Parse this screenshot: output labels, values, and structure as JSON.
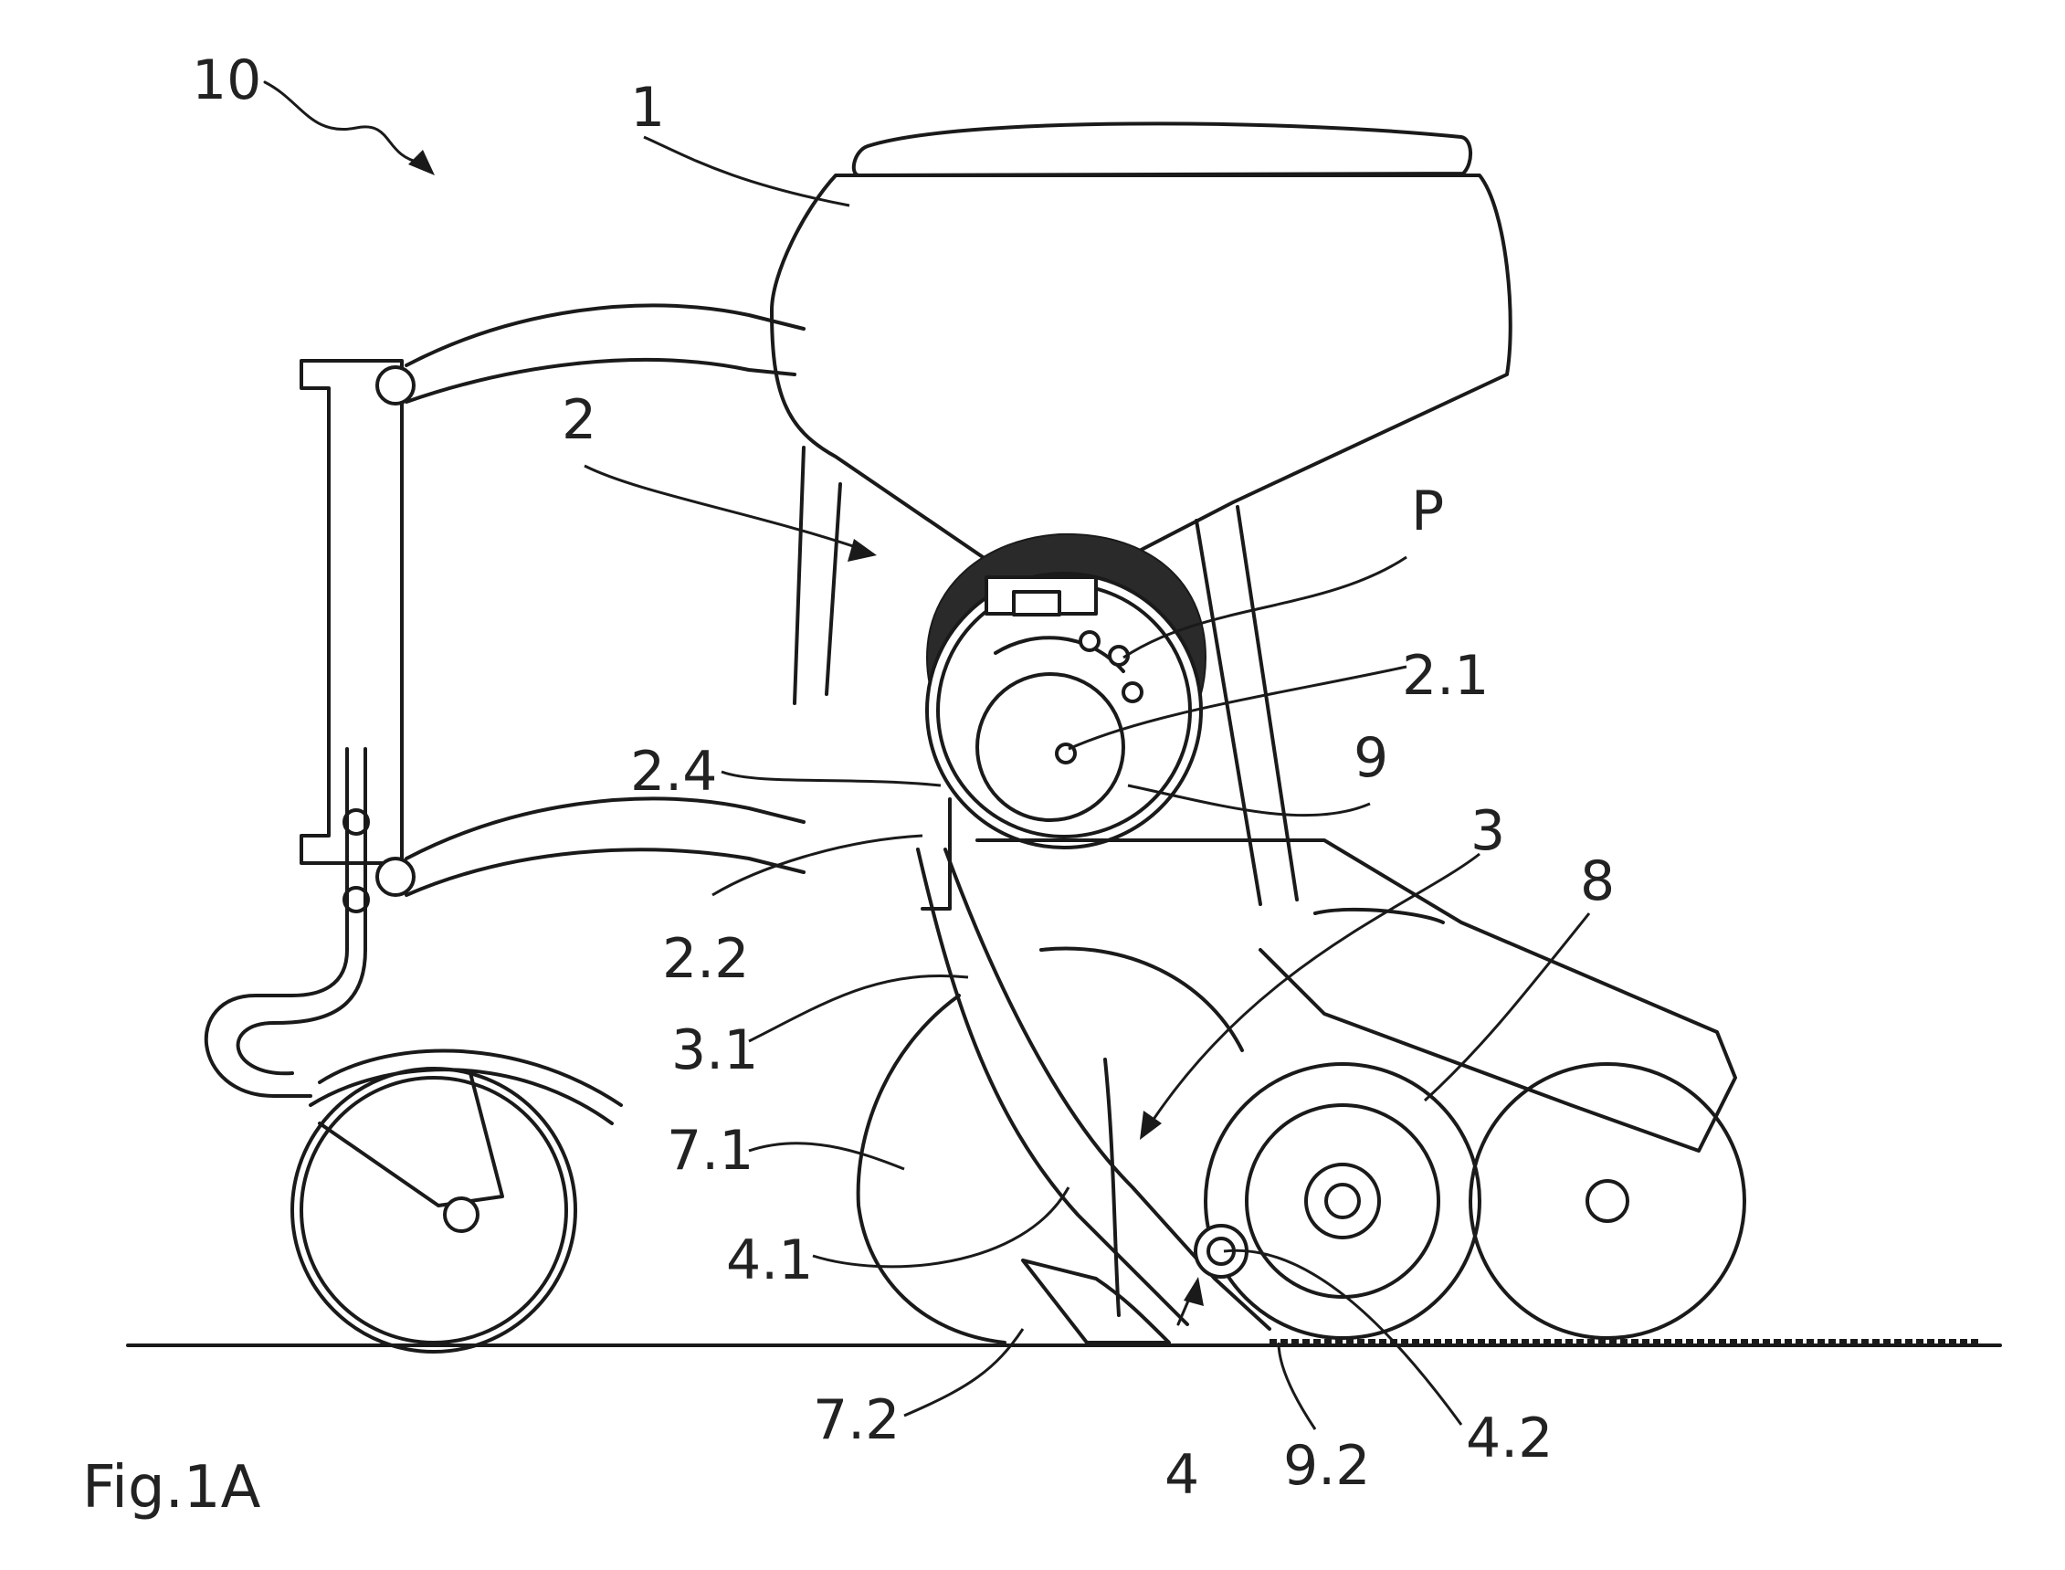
{
  "figure": {
    "caption": "Fig.1A",
    "colors": {
      "ink": "#1a1a1a",
      "background": "#ffffff"
    }
  },
  "labels": {
    "machine": "10",
    "hopper": "1",
    "metering_unit": "2",
    "p": "P",
    "metering_2_1": "2.1",
    "metering_2_4": "2.4",
    "seeds_9": "9",
    "metering_2_2": "2.2",
    "tube_3": "3",
    "press_wheel_8": "8",
    "tube_3_1": "3.1",
    "disc_7_1": "7.1",
    "guide_4_1": "4.1",
    "coulter_7_2": "7.2",
    "catch_4": "4",
    "seed_9_2": "9.2",
    "roller_4_2": "4.2"
  }
}
